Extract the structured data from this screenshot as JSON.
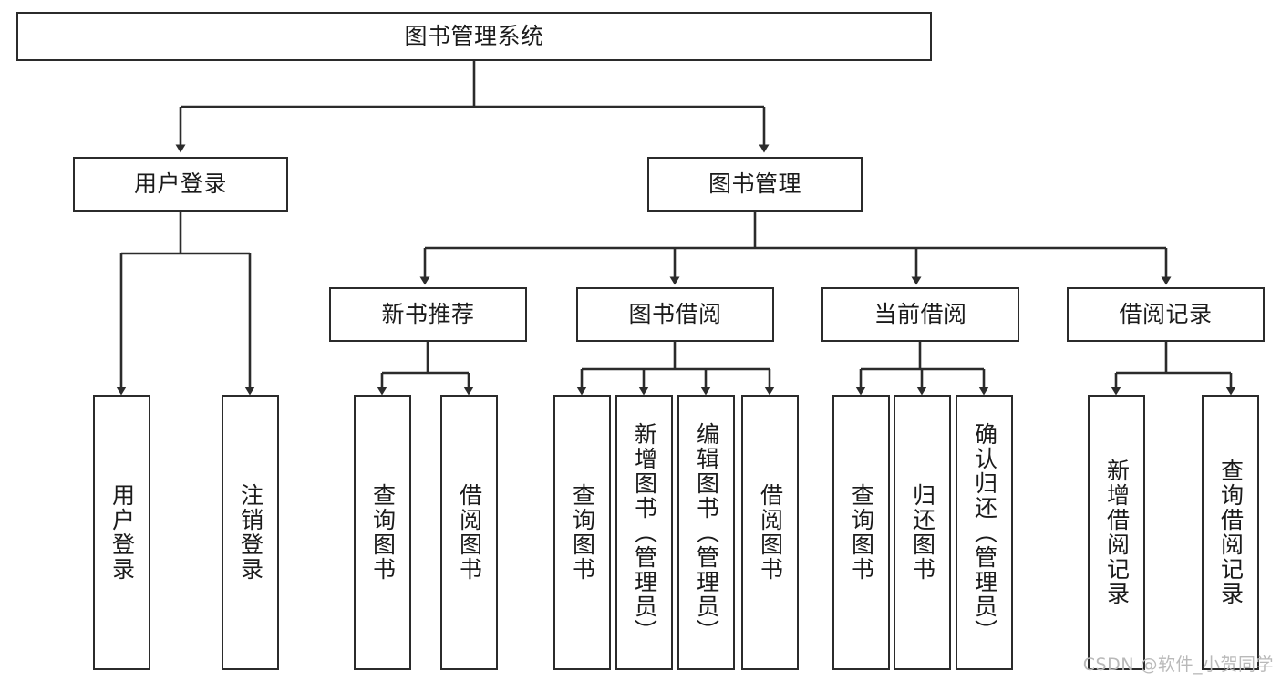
{
  "diagram": {
    "title": "图书管理系统",
    "type": "tree-hierarchy",
    "watermark": "CSDN @软件_小贺同学",
    "colors": {
      "stroke": "#2b2b2b",
      "fill": "#ffffff",
      "text": "#1b1b1b",
      "watermark": "#b9b9b9"
    },
    "nodes": {
      "root": {
        "label": "图书管理系统"
      },
      "level2": [
        {
          "id": "user-login",
          "label": "用户登录"
        },
        {
          "id": "book-manage",
          "label": "图书管理"
        }
      ],
      "level3": [
        {
          "id": "new-book-recommend",
          "label": "新书推荐"
        },
        {
          "id": "book-borrow",
          "label": "图书借阅"
        },
        {
          "id": "current-borrow",
          "label": "当前借阅"
        },
        {
          "id": "borrow-record",
          "label": "借阅记录"
        }
      ],
      "leaves": [
        {
          "id": "leaf-user-login",
          "label": "用户登录"
        },
        {
          "id": "leaf-logout-login",
          "label": "注销登录"
        },
        {
          "id": "leaf-query-book-1",
          "label": "查询图书"
        },
        {
          "id": "leaf-borrow-book-1",
          "label": "借阅图书"
        },
        {
          "id": "leaf-query-book-2",
          "label": "查询图书"
        },
        {
          "id": "leaf-add-book-admin",
          "label": "新增图书（管理员）"
        },
        {
          "id": "leaf-edit-book-admin",
          "label": "编辑图书（管理员）"
        },
        {
          "id": "leaf-borrow-book-2",
          "label": "借阅图书"
        },
        {
          "id": "leaf-query-book-3",
          "label": "查询图书"
        },
        {
          "id": "leaf-return-book",
          "label": "归还图书"
        },
        {
          "id": "leaf-confirm-return-admin",
          "label": "确认归还（管理员）"
        },
        {
          "id": "leaf-add-borrow-record",
          "label": "新增借阅记录"
        },
        {
          "id": "leaf-query-borrow-record",
          "label": "查询借阅记录"
        }
      ]
    }
  }
}
